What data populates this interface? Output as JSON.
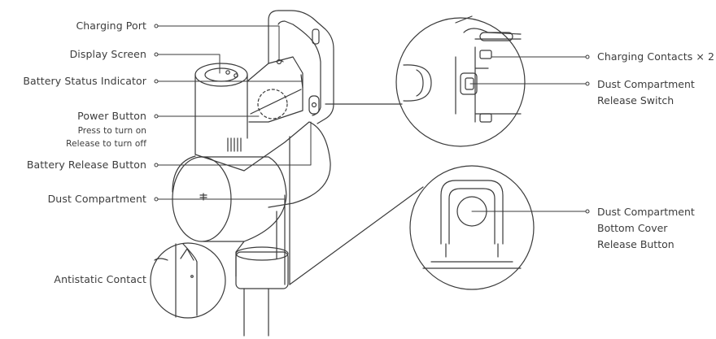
{
  "labels": {
    "charging_port": "Charging Port",
    "display_screen": "Display Screen",
    "battery_status_indicator": "Battery Status Indicator",
    "power_button": "Power Button",
    "power_note_1": "Press to turn on",
    "power_note_2": "Release to turn off",
    "battery_release_button": "Battery Release Button",
    "dust_compartment": "Dust Compartment",
    "antistatic_contact": "Antistatic Contact",
    "charging_contacts": "Charging Contacts × 2",
    "release_switch_1": "Dust Compartment",
    "release_switch_2": "Release Switch",
    "bottom_cover_1": "Dust Compartment",
    "bottom_cover_2": "Bottom Cover",
    "bottom_cover_3": "Release Button"
  },
  "colors": {
    "line": "#3a3a3a",
    "text": "#3c3c3c",
    "background": "#ffffff"
  }
}
